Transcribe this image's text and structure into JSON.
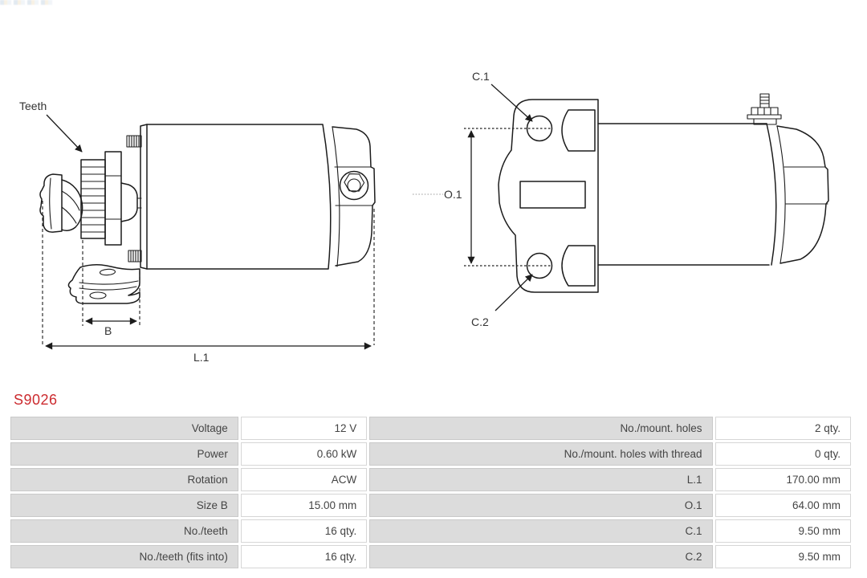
{
  "part": {
    "number": "S9026"
  },
  "colors": {
    "part_number": "#cc2b2f",
    "table_label_bg": "#dcdcdc",
    "line_color": "#1c1c1c"
  },
  "diagram": {
    "labels": {
      "teeth": "Teeth",
      "b": "B",
      "l1": "L.1",
      "c1": "C.1",
      "o1": "O.1",
      "c2": "C.2"
    }
  },
  "table": {
    "rows": [
      {
        "l_label": "Voltage",
        "l_value": "12 V",
        "r_label": "No./mount. holes",
        "r_value": "2 qty."
      },
      {
        "l_label": "Power",
        "l_value": "0.60 kW",
        "r_label": "No./mount. holes with thread",
        "r_value": "0 qty."
      },
      {
        "l_label": "Rotation",
        "l_value": "ACW",
        "r_label": "L.1",
        "r_value": "170.00 mm"
      },
      {
        "l_label": "Size B",
        "l_value": "15.00 mm",
        "r_label": "O.1",
        "r_value": "64.00 mm"
      },
      {
        "l_label": "No./teeth",
        "l_value": "16 qty.",
        "r_label": "C.1",
        "r_value": "9.50 mm"
      },
      {
        "l_label": "No./teeth (fits into)",
        "l_value": "16 qty.",
        "r_label": "C.2",
        "r_value": "9.50 mm"
      }
    ]
  }
}
